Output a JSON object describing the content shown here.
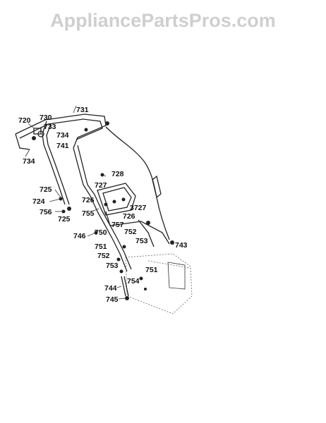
{
  "watermark": "AppliancePartsPros.com",
  "labels": {
    "l720": "720",
    "l730": "730",
    "l731": "731",
    "l733": "733",
    "l734a": "734",
    "l741": "741",
    "l734b": "734",
    "l728": "728",
    "l727a": "727",
    "l725a": "725",
    "l724": "724",
    "l726a": "726",
    "l756": "756",
    "l725b": "725",
    "l755": "755",
    "l3727": "3727",
    "l726b": "726",
    "l757": "757",
    "l746": "746",
    "l750": "750",
    "l752a": "752",
    "l753a": "753",
    "l743": "743",
    "l751a": "751",
    "l752b": "752",
    "l753b": "753",
    "l751b": "751",
    "l754": "754",
    "l744": "744",
    "l745": "745"
  }
}
